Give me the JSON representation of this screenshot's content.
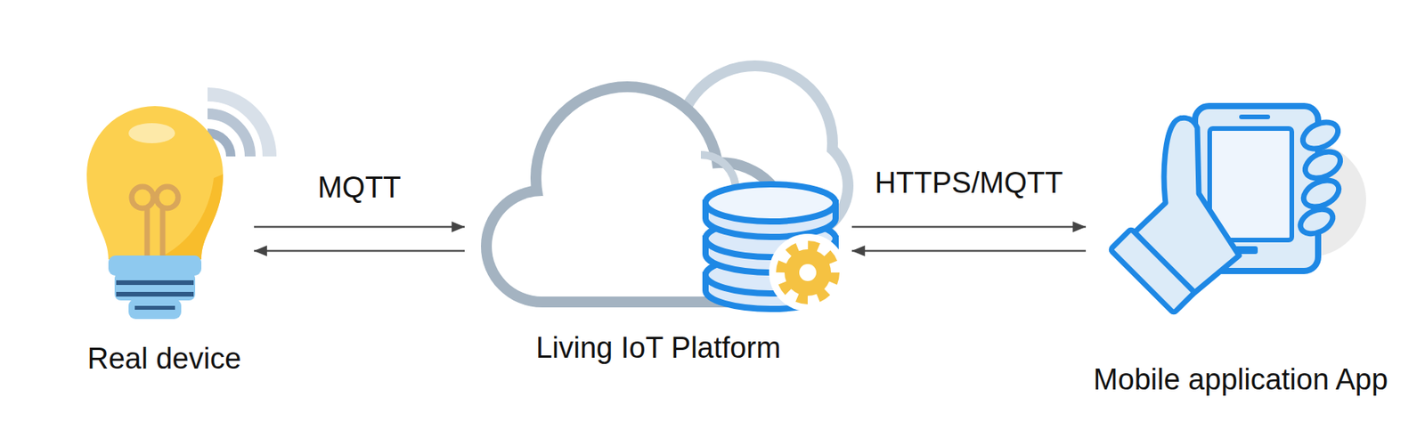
{
  "diagram": {
    "nodes": [
      {
        "text": [
          "Real device"
        ]
      },
      {
        "text": [
          "Living IoT Platform"
        ]
      },
      {
        "text": [
          "Mobile application App"
        ]
      }
    ],
    "edges": [
      {
        "from": 0,
        "to": 1,
        "label": "MQTT",
        "arrow": "to"
      },
      {
        "from": 1,
        "to": 0,
        "arrow": "to"
      },
      {
        "from": 1,
        "to": 2,
        "label": "HTTPS/MQTT",
        "arrow": "to"
      },
      {
        "from": 2,
        "to": 1,
        "arrow": "to"
      }
    ]
  }
}
